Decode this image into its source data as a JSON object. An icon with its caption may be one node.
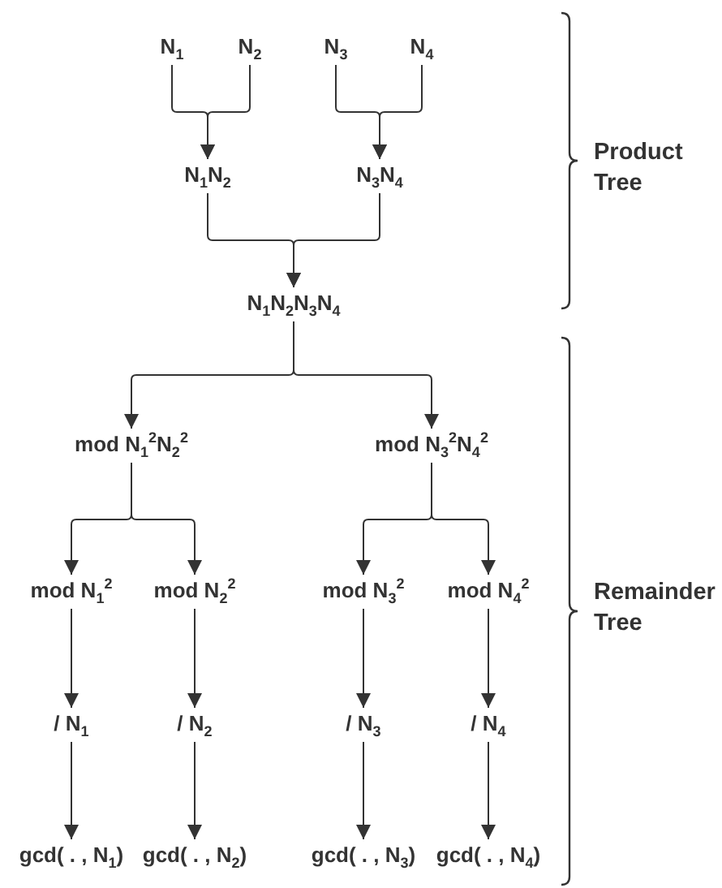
{
  "diagram": {
    "nodes": [
      {
        "text": [
          "N$_{1}$"
        ]
      },
      {
        "text": [
          "N$_{2}$"
        ]
      },
      {
        "text": [
          "N$_{3}$"
        ]
      },
      {
        "text": [
          "N$_{4}$"
        ]
      },
      {
        "text": [
          "N$_{1}$N$_{2}$"
        ]
      },
      {
        "text": [
          "N$_{3}$N$_{4}$"
        ]
      },
      {
        "text": [
          "N$_{1}$N$_{2}$N$_{3}$N$_{4}$"
        ]
      },
      {
        "text": [
          "mod N$_{1}$$^{2}$N$_{2}$$^{2}$"
        ]
      },
      {
        "text": [
          "mod N$_{3}$$^{2}$N$_{4}$$^{2}$"
        ]
      },
      {
        "text": [
          "mod N$_{1}$$^{2}$"
        ]
      },
      {
        "text": [
          "mod N$_{2}$$^{2}$"
        ]
      },
      {
        "text": [
          "mod N$_{3}$$^{2}$"
        ]
      },
      {
        "text": [
          "mod N$_{4}$$^{2}$"
        ]
      },
      {
        "text": [
          "/ N$_{1}$"
        ]
      },
      {
        "text": [
          "/ N$_{2}$"
        ]
      },
      {
        "text": [
          "/ N$_{3}$"
        ]
      },
      {
        "text": [
          "/ N$_{4}$"
        ]
      },
      {
        "text": [
          "gcd( . , N$_{1}$)"
        ]
      },
      {
        "text": [
          "gcd( . , N$_{2}$)"
        ]
      },
      {
        "text": [
          "gcd( . , N$_{3}$)"
        ]
      },
      {
        "text": [
          "gcd( . , N$_{4}$)"
        ]
      }
    ],
    "edges": [
      {
        "from": 0,
        "to": 4,
        "arrow": "to"
      },
      {
        "from": 1,
        "to": 4,
        "arrow": "to"
      },
      {
        "from": 2,
        "to": 5,
        "arrow": "to"
      },
      {
        "from": 3,
        "to": 5,
        "arrow": "to"
      },
      {
        "from": 4,
        "to": 6,
        "arrow": "to"
      },
      {
        "from": 5,
        "to": 6,
        "arrow": "to"
      },
      {
        "from": 6,
        "to": 7,
        "arrow": "to"
      },
      {
        "from": 6,
        "to": 8,
        "arrow": "to"
      },
      {
        "from": 7,
        "to": 9,
        "arrow": "to"
      },
      {
        "from": 7,
        "to": 10,
        "arrow": "to"
      },
      {
        "from": 8,
        "to": 11,
        "arrow": "to"
      },
      {
        "from": 8,
        "to": 12,
        "arrow": "to"
      },
      {
        "from": 9,
        "to": 13,
        "arrow": "to"
      },
      {
        "from": 10,
        "to": 14,
        "arrow": "to"
      },
      {
        "from": 11,
        "to": 15,
        "arrow": "to"
      },
      {
        "from": 12,
        "to": 16,
        "arrow": "to"
      },
      {
        "from": 13,
        "to": 17,
        "arrow": "to"
      },
      {
        "from": 14,
        "to": 18,
        "arrow": "to"
      },
      {
        "from": 15,
        "to": 19,
        "arrow": "to"
      },
      {
        "from": 16,
        "to": 20,
        "arrow": "to"
      }
    ],
    "labels": [
      "Product Tree",
      "Remainder Tree"
    ]
  }
}
